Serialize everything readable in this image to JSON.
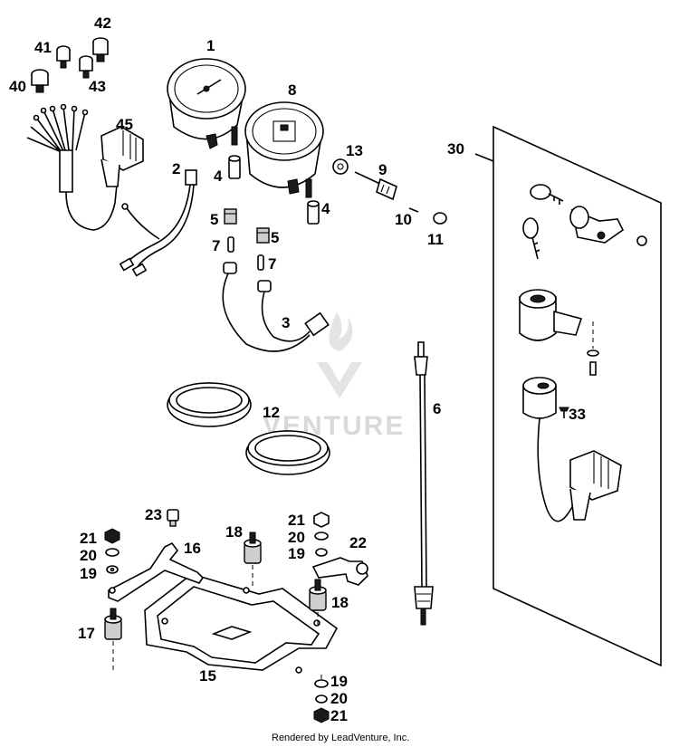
{
  "callouts": {
    "c1": "1",
    "c2": "2",
    "c3": "3",
    "c4a": "4",
    "c4b": "4",
    "c5a": "5",
    "c5b": "5",
    "c6": "6",
    "c7a": "7",
    "c7b": "7",
    "c8": "8",
    "c9": "9",
    "c10": "10",
    "c11": "11",
    "c12": "12",
    "c13": "13",
    "c15": "15",
    "c16": "16",
    "c17": "17",
    "c18a": "18",
    "c18b": "18",
    "c19a": "19",
    "c19b": "19",
    "c19c": "19",
    "c20a": "20",
    "c20b": "20",
    "c20c": "20",
    "c21a": "21",
    "c21b": "21",
    "c21c": "21",
    "c22": "22",
    "c23": "23",
    "c30": "30",
    "c33": "33",
    "c40": "40",
    "c41": "41",
    "c42": "42",
    "c43": "43",
    "c45": "45"
  },
  "watermark": "VENTURE",
  "footer": "Rendered by LeadVenture, Inc."
}
